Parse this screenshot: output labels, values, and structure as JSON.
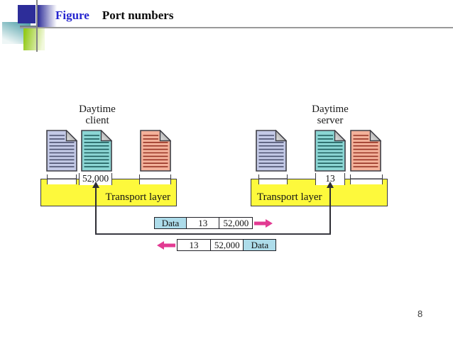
{
  "header": {
    "figure_label": "Figure",
    "title": "Port numbers"
  },
  "client": {
    "name_line1": "Daytime",
    "name_line2": "client",
    "port": "52,000",
    "layer_label": "Transport layer"
  },
  "server": {
    "name_line1": "Daytime",
    "name_line2": "server",
    "port": "13",
    "layer_label": "Transport layer"
  },
  "packets": {
    "request": {
      "cells": [
        "Data",
        "13",
        "52,000"
      ],
      "direction": "right"
    },
    "reply": {
      "cells": [
        "13",
        "52,000",
        "Data"
      ],
      "direction": "left"
    }
  },
  "footer": {
    "page_number": "8"
  },
  "colors": {
    "title_blue": "#2525cf",
    "deco_navy": "#2d2d99",
    "deco_teal": "#4f9fa8",
    "deco_green": "#94ca1c",
    "layer_yellow": "#fdf93c",
    "packet_arrow_magenta": "#e23a92",
    "packet_data_cyan": "#addcea",
    "doc_lavender": "#c3c9e6",
    "doc_lavender_line": "#4d5270",
    "doc_teal": "#8bd6d4",
    "doc_teal_line": "#1e5c5c",
    "doc_salmon": "#f3b19a",
    "doc_salmon_line": "#973425"
  }
}
